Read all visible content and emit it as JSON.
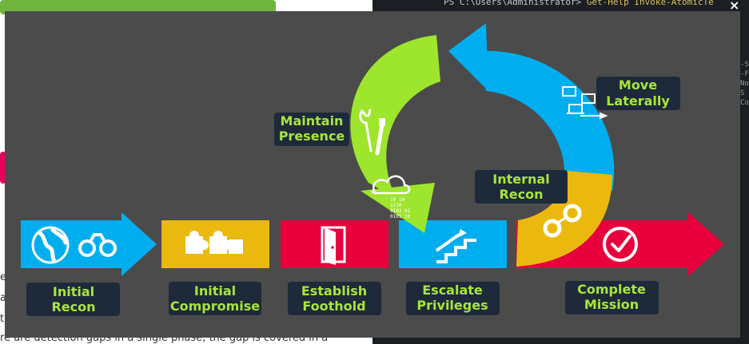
{
  "background": {
    "left_lines": [
      "e",
      "at",
      "t",
      "re are detection gaps in a single phase, the gap is covered in a"
    ],
    "terminal_command": {
      "prompt": "PS C:\\Users\\Administrator>",
      "command": "Get-Help Invoke-AtomicTe"
    },
    "close_label": "×"
  },
  "diagram": {
    "colors": {
      "blue": "#00aeef",
      "yellow": "#ebb90e",
      "red": "#e8003c",
      "green": "#9ee52d",
      "label_bg": "#1e2a3a",
      "label_text": "#a8e63a"
    },
    "phases": [
      {
        "id": "initial-recon",
        "lines": [
          "Initial",
          "Recon"
        ],
        "icons": [
          "globe-icon",
          "binoculars-icon"
        ]
      },
      {
        "id": "initial-compromise",
        "lines": [
          "Initial",
          "Compromise"
        ],
        "icons": [
          "puzzle-icon"
        ]
      },
      {
        "id": "establish-foothold",
        "lines": [
          "Establish",
          "Foothold"
        ],
        "icons": [
          "door-icon"
        ]
      },
      {
        "id": "escalate-privileges",
        "lines": [
          "Escalate",
          "Privileges"
        ],
        "icons": [
          "stairs-icon"
        ]
      },
      {
        "id": "complete-mission",
        "lines": [
          "Complete",
          "Mission"
        ],
        "icons": [
          "checkmark-icon"
        ]
      }
    ],
    "cycle": [
      {
        "id": "maintain-presence",
        "lines": [
          "Maintain",
          "Presence"
        ],
        "icons": [
          "tools-icon",
          "cloud-data-icon"
        ]
      },
      {
        "id": "move-laterally",
        "lines": [
          "Move",
          "Laterally"
        ],
        "icons": [
          "network-icon"
        ]
      },
      {
        "id": "internal-recon",
        "lines": [
          "Internal",
          "Recon"
        ],
        "icons": [
          "handcuffs-icon"
        ]
      }
    ],
    "cloud_binary": [
      "10 10",
      "1110",
      "0101 01",
      "0101 10"
    ]
  }
}
